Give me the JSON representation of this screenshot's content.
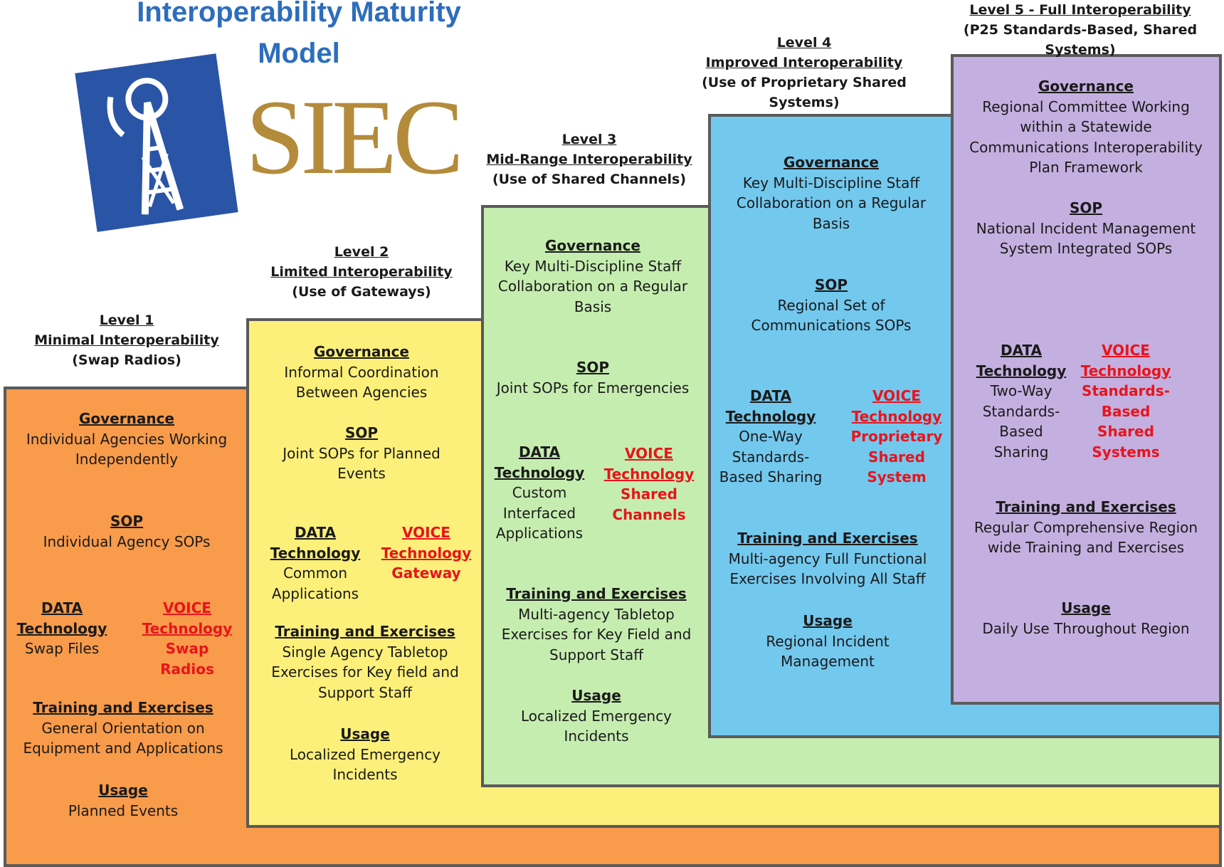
{
  "title": "Interoperability Maturity Model",
  "logo_text": "SIEC",
  "colors": {
    "level1": "#f89b4b",
    "level2": "#fdf07a",
    "level3": "#c6edb0",
    "level4": "#73c8ee",
    "level5": "#c4b0e0",
    "voice": "#e8141c",
    "title": "#2d6dbd",
    "logo_blue": "#2a54a6",
    "logo_gold": "#b48b3a"
  },
  "levels": [
    {
      "level": "Level 1",
      "name": "Minimal Interoperability",
      "paren": "(Swap Radios)",
      "governance_h": "Governance",
      "governance": "Individual Agencies Working Independently",
      "sop_h": "SOP",
      "sop": "Individual Agency SOPs",
      "data_h": "DATA Technology",
      "data": "Swap Files",
      "voice_h": "VOICE Technology",
      "voice": "Swap Radios",
      "training_h": "Training and Exercises",
      "training": "General Orientation on Equipment and Applications",
      "usage_h": "Usage",
      "usage": "Planned Events"
    },
    {
      "level": "Level 2",
      "name": "Limited Interoperability",
      "paren": "(Use of Gateways)",
      "governance_h": "Governance",
      "governance": "Informal Coordination Between Agencies",
      "sop_h": "SOP",
      "sop": "Joint SOPs for Planned Events",
      "data_h": "DATA Technology",
      "data": "Common Applications",
      "voice_h": "VOICE Technology",
      "voice": "Gateway",
      "training_h": "Training and Exercises",
      "training": "Single Agency Tabletop Exercises for Key field and Support Staff",
      "usage_h": "Usage",
      "usage": "Localized Emergency Incidents"
    },
    {
      "level": "Level 3",
      "name": "Mid-Range Interoperability",
      "paren": "(Use of Shared Channels)",
      "governance_h": "Governance",
      "governance": "Key Multi-Discipline Staff Collaboration on a Regular Basis",
      "sop_h": "SOP",
      "sop": "Joint SOPs for Emergencies",
      "data_h": "DATA Technology",
      "data": "Custom Interfaced Applications",
      "voice_h": "VOICE Technology",
      "voice": "Shared Channels",
      "training_h": "Training and Exercises",
      "training": "Multi-agency Tabletop Exercises for Key Field and Support Staff",
      "usage_h": "Usage",
      "usage": "Localized Emergency Incidents"
    },
    {
      "level": "Level 4",
      "name": "Improved Interoperability",
      "paren": "(Use of Proprietary Shared Systems)",
      "governance_h": "Governance",
      "governance": "Key Multi-Discipline Staff Collaboration on a Regular Basis",
      "sop_h": "SOP",
      "sop": "Regional Set of Communications SOPs",
      "data_h": "DATA Technology",
      "data": "One-Way Standards-Based Sharing",
      "voice_h": "VOICE Technology",
      "voice": "Proprietary Shared System",
      "training_h": "Training and Exercises",
      "training": "Multi-agency Full Functional Exercises Involving All Staff",
      "usage_h": "Usage",
      "usage": "Regional Incident Management"
    },
    {
      "level": "Level 5 - Full Interoperability",
      "name": "",
      "paren": "(P25 Standards-Based, Shared Systems)",
      "governance_h": "Governance",
      "governance": "Regional Committee Working within a Statewide Communications Interoperability Plan Framework",
      "sop_h": "SOP",
      "sop": "National Incident Management System Integrated SOPs",
      "data_h": "DATA Technology",
      "data": "Two-Way Standards-Based Sharing",
      "voice_h": "VOICE Technology",
      "voice": "Standards-Based Shared Systems",
      "training_h": "Training and Exercises",
      "training": "Regular Comprehensive Region wide Training and Exercises",
      "usage_h": "Usage",
      "usage": "Daily Use Throughout Region"
    }
  ]
}
